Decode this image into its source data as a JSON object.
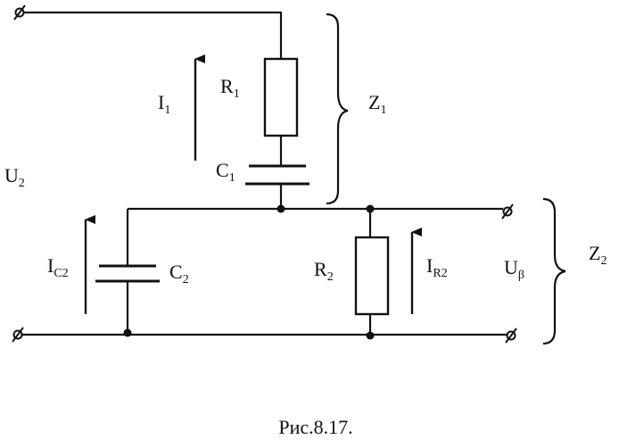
{
  "diagram": {
    "labels": {
      "I1": {
        "main": "I",
        "sub": "1"
      },
      "R1": {
        "main": "R",
        "sub": "1"
      },
      "C1": {
        "main": "C",
        "sub": "1"
      },
      "Z1": {
        "main": "Z",
        "sub": "1"
      },
      "U2": {
        "main": "U",
        "sub": "2"
      },
      "IC2": {
        "main": "I",
        "sub": "C2"
      },
      "C2": {
        "main": "C",
        "sub": "2"
      },
      "R2": {
        "main": "R",
        "sub": "2"
      },
      "IR2": {
        "main": "I",
        "sub": "R2"
      },
      "Ubeta": {
        "main": "U",
        "sub": "β"
      },
      "Z2": {
        "main": "Z",
        "sub": "2"
      }
    },
    "caption": "Рис.8.17."
  }
}
